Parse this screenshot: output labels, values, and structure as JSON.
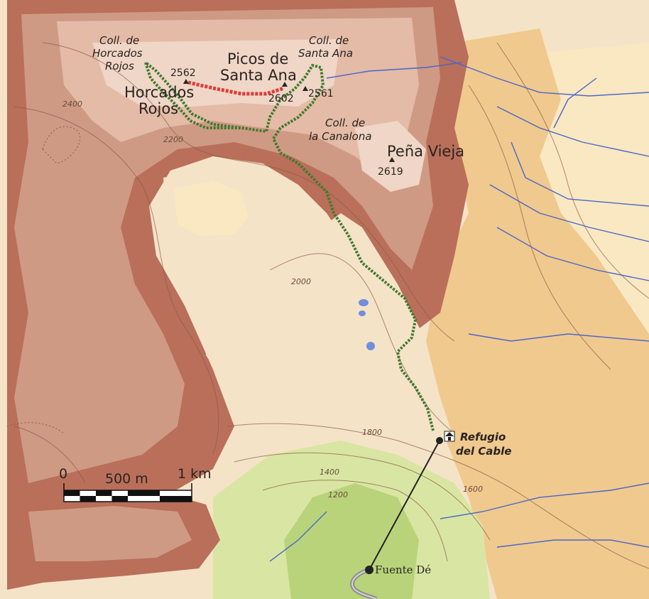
{
  "colors": {
    "background": "#f5e3c8",
    "rock_dark": "#b96f5a",
    "rock_mid": "#cf9a84",
    "rock_light": "#e3bba6",
    "rock_pale": "#efd6c6",
    "meadow_light": "#fae8c2",
    "meadow": "#f0c98e",
    "forest": "#d9e6a3",
    "forest_deep": "#b9d37a",
    "stream": "#4a66c8",
    "trail": "#3f7a2f",
    "ridge_route": "#e03a3a",
    "cable": "#222222",
    "road": "#8f8f8f"
  },
  "places": {
    "picos": "Picos de\nSanta Ana",
    "picos_l1": "Picos de",
    "picos_l2": "Santa Ana",
    "horcados_l1": "Horcados",
    "horcados_l2": "Rojos",
    "pena_vieja": "Peña Vieja",
    "coll_horcados_l1": "Coll. de",
    "coll_horcados_l2": "Horcados",
    "coll_horcados_l3": "Rojos",
    "coll_santa_l1": "Coll. de",
    "coll_santa_l2": "Santa Ana",
    "coll_canalona_l1": "Coll. de",
    "coll_canalona_l2": "la Canalona",
    "refugio_l1": "Refugio",
    "refugio_l2": "del Cable",
    "fuente": "Fuente Dé"
  },
  "heights": {
    "h2562": "2562",
    "h2602": "2602",
    "h2561": "2561",
    "h2619": "2619"
  },
  "contours": {
    "c2400": "2400",
    "c2200": "2200",
    "c2000": "2000",
    "c1800": "1800",
    "c1600": "1600",
    "c1400": "1400",
    "c1200": "1200"
  },
  "scale": {
    "zero": "0",
    "half": "500 m",
    "one": "1 km"
  },
  "icons": {
    "peak": "peak-triangle-icon",
    "refuge": "refuge-hut-icon",
    "station": "cable-station-dot-icon"
  }
}
